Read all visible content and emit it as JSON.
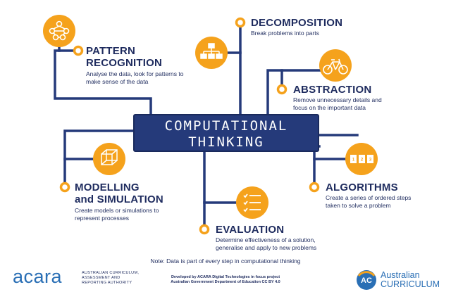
{
  "center": {
    "line1": "COMPUTATIONAL",
    "line2": "THINKING"
  },
  "nodes": {
    "decomposition": {
      "title": "DECOMPOSITION",
      "desc": "Break problems into parts"
    },
    "pattern": {
      "title_line1": "PATTERN",
      "title_line2": "RECOGNITION",
      "desc_line1": "Analyse the data, look for patterns to",
      "desc_line2": "make sense of the data"
    },
    "abstraction": {
      "title": "ABSTRACTION",
      "desc_line1": "Remove unnecessary details and",
      "desc_line2": "focus on the important data"
    },
    "algorithms": {
      "title": "ALGORITHMS",
      "desc_line1": "Create a series of ordered steps",
      "desc_line2": "taken to solve a problem"
    },
    "modelling": {
      "title_line1": "MODELLING",
      "title_line2": "and SIMULATION",
      "desc_line1": "Create models or simulations to",
      "desc_line2": "represent processes"
    },
    "evaluation": {
      "title": "EVALUATION",
      "desc_line1": "Determine effectiveness of a solution,",
      "desc_line2": "generalise and apply to new problems"
    }
  },
  "note": "Note: Data is part of every step in computational thinking",
  "footer": {
    "acara_word": "acara",
    "acara_sub1": "AUSTRALIAN CURRICULUM,",
    "acara_sub2": "ASSESSMENT AND",
    "acara_sub3": "REPORTING AUTHORITY",
    "dev_line1": "Developed by ACARA Digital Technologies in focus project",
    "dev_line2": "Australian Government Department of Education CC BY 4.0",
    "ac_badge": "AC",
    "ac_word1": "Australian",
    "ac_word2": "CURRICULUM"
  },
  "colors": {
    "navy": "#253a7a",
    "orange": "#f5a21c",
    "blue": "#2a6fb5"
  },
  "icons": [
    "network-icon",
    "flowchart-icon",
    "bicycle-icon",
    "cube-icon",
    "numbered-steps-icon",
    "checklist-icon"
  ]
}
